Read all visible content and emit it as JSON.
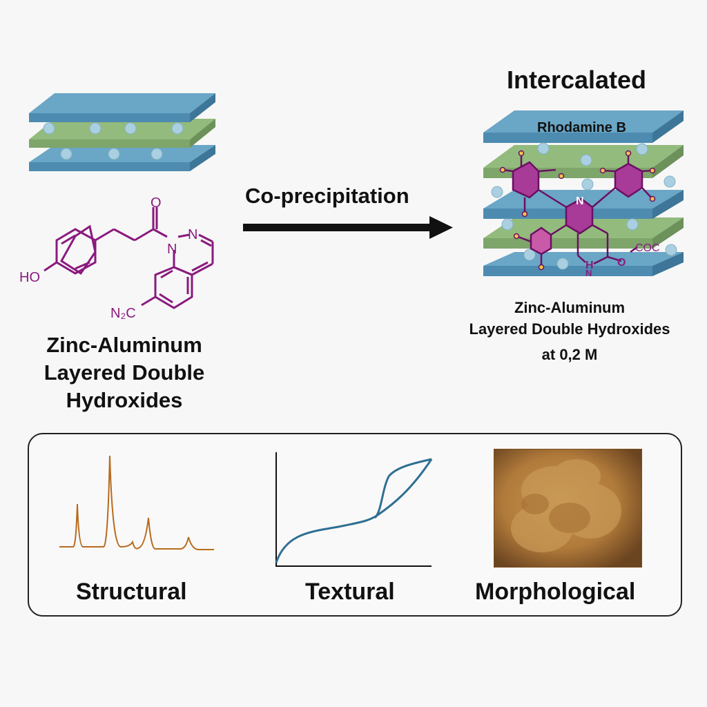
{
  "left": {
    "title_lines": [
      "Zinc-Aluminum",
      "Layered Double",
      "Hydroxides"
    ],
    "molecule_labels": {
      "oxygen": "O",
      "n1": "N",
      "n2": "N",
      "hydroxyl": "HO",
      "diazo": "N₂C"
    }
  },
  "process": {
    "label": "Co-precipitation",
    "arrow": "right-arrow-icon"
  },
  "right": {
    "heading": "Intercalated",
    "layer_label": "Rhodamine B",
    "molecule_labels": {
      "ring_n": "N",
      "nh_h": "H",
      "nh_n": "N",
      "carbonyl_o": "O",
      "ester": "COC"
    },
    "caption_lines": [
      "Zinc-Aluminum",
      "Layered Double Hydroxides"
    ],
    "concentration": "at 0,2 M"
  },
  "characterization": {
    "items": [
      {
        "label": "Structural",
        "graphic": "xrd-pattern"
      },
      {
        "label": "Textural",
        "graphic": "adsorption-isotherm"
      },
      {
        "label": "Morphological",
        "graphic": "sem-image"
      }
    ]
  },
  "colors": {
    "blue_layer": "#5b9bbf",
    "green_layer": "#8ab579",
    "interlayer_ion": "#a9cfe0",
    "molecule": "#8a1a7e",
    "molecule_fill": "#a83a98",
    "xrd_line": "#b86a1c",
    "isotherm_line": "#2f6f92",
    "sem_base": "#b07a3a"
  }
}
